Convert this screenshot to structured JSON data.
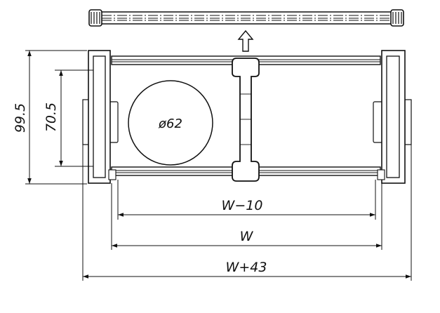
{
  "drawing": {
    "dimensions": {
      "height_outer": "99.5",
      "height_inner": "70.5",
      "diameter": "ø62",
      "width_inner": "W−10",
      "width": "W",
      "width_outer": "W+43"
    },
    "line_color": "#111111",
    "background": "#ffffff"
  }
}
